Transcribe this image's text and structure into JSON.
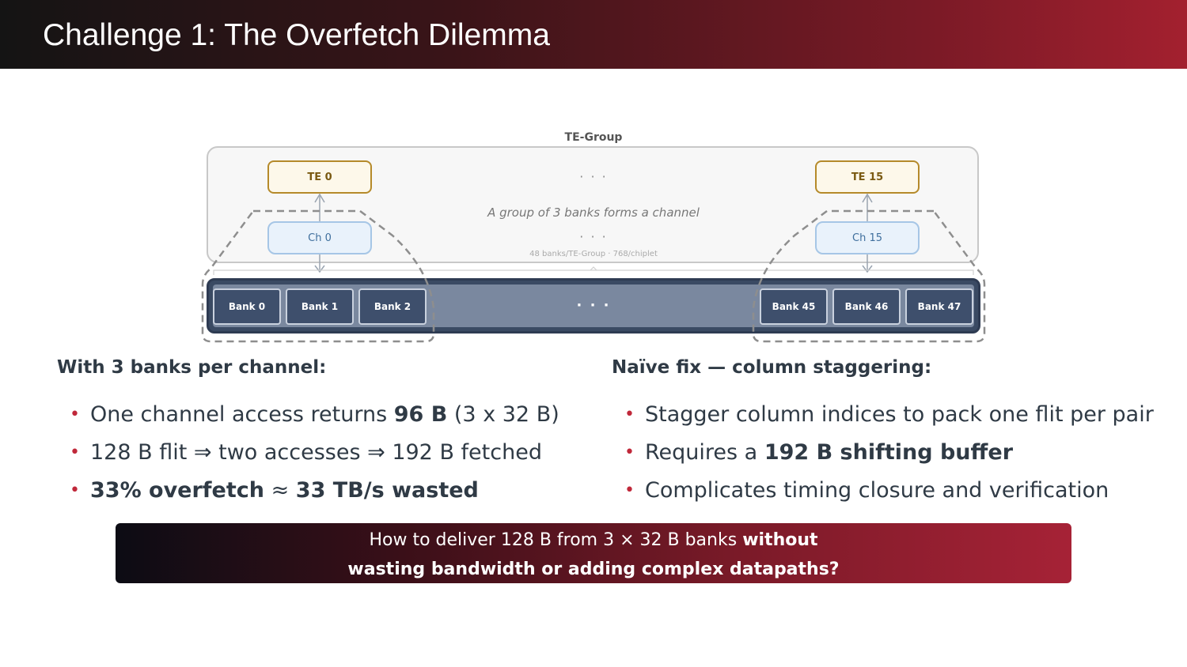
{
  "header": {
    "title": "Challenge 1: The Overfetch Dilemma"
  },
  "diagram": {
    "group_label": "TE-Group",
    "te_left": "TE 0",
    "te_right": "TE 15",
    "ch_left": "Ch 0",
    "ch_right": "Ch 15",
    "ellipsis": "· · ·",
    "caption": "A group of 3 banks forms a channel",
    "note": "48 banks/TE-Group  ·  768/chiplet",
    "banks_left": [
      "Bank 0",
      "Bank 1",
      "Bank 2"
    ],
    "banks_right": [
      "Bank 45",
      "Bank 46",
      "Bank 47"
    ]
  },
  "left_column": {
    "heading": "With 3 banks per channel:",
    "bullets": [
      {
        "pre": "One channel access returns ",
        "bold": "96 B",
        "post": " (3 x 32 B)"
      },
      {
        "pre": "128 B flit ⇒ two accesses ⇒ 192 B fetched",
        "bold": "",
        "post": ""
      },
      {
        "pre": "",
        "bold": "33% overfetch",
        "post": " ≈ ",
        "bold2": "33 TB/s wasted"
      }
    ]
  },
  "right_column": {
    "heading": "Naïve fix — column staggering:",
    "bullets": [
      {
        "pre": "Stagger column indices to pack one flit per pair",
        "bold": "",
        "post": ""
      },
      {
        "pre": "Requires a ",
        "bold": "192 B shifting buffer",
        "post": ""
      },
      {
        "pre": "Complicates timing closure and verification",
        "bold": "",
        "post": ""
      }
    ]
  },
  "banner": {
    "line1_pre": "How to deliver 128 B from 3 × 32 B banks ",
    "line1_bold": "without",
    "line2": "wasting bandwidth or adding complex datapaths?"
  },
  "colors": {
    "accent_red": "#a3202f",
    "bullet_red": "#c0283a",
    "te_border": "#b58a2a",
    "ch_border": "#a6c6e6",
    "bank_fill": "#3e4f6c"
  },
  "bullet_glyph": "•"
}
